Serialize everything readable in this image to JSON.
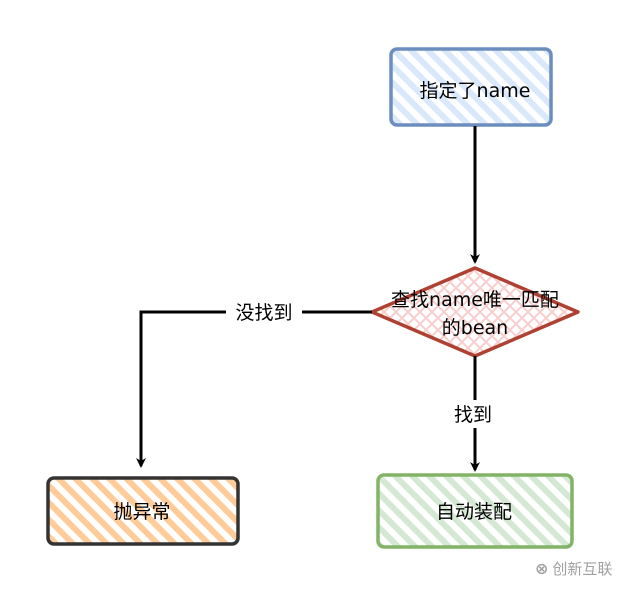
{
  "nodes": {
    "start": {
      "label": "指定了name",
      "stroke": "#6c8ebf",
      "fill": "#dae8fc"
    },
    "decision": {
      "line1": "查找name唯一匹配",
      "line2": "的bean",
      "stroke": "#ae4132",
      "fill": "#f8cecc"
    },
    "error": {
      "label": "抛异常",
      "stroke": "#333333",
      "fill": "#ffcc99"
    },
    "autowire": {
      "label": "自动装配",
      "stroke": "#82b366",
      "fill": "#d5e8d4"
    }
  },
  "edges": {
    "not_found": "没找到",
    "found": "找到"
  },
  "watermark": {
    "text": "创新互联"
  }
}
